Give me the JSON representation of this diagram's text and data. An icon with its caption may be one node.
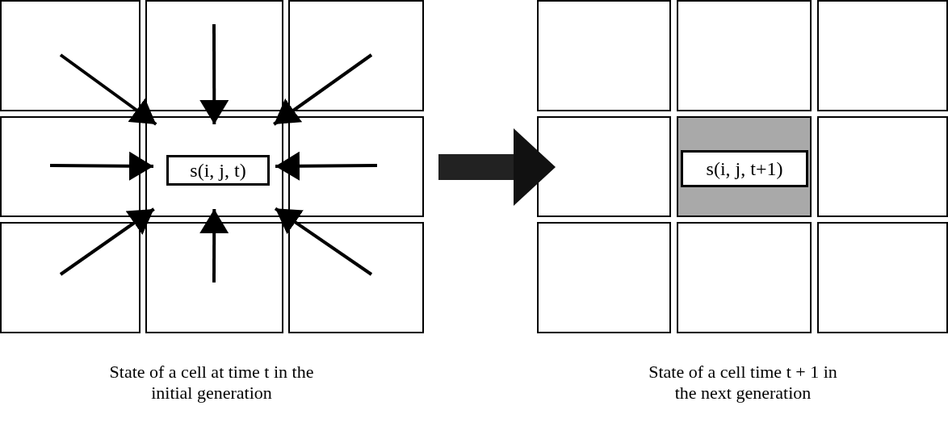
{
  "diagram": {
    "nodes": [
      {
        "text": [],
        "shape": "box"
      },
      {
        "text": [],
        "shape": "box",
        "in": 0
      },
      {
        "text": [],
        "shape": "box",
        "in": 0
      },
      {
        "text": [],
        "shape": "box",
        "in": 0
      },
      {
        "text": [],
        "shape": "box",
        "in": 0
      },
      {
        "text": [],
        "shape": "box",
        "in": 0
      },
      {
        "text": [],
        "shape": "box",
        "in": 0
      },
      {
        "text": [],
        "shape": "box",
        "in": 0
      },
      {
        "text": [],
        "shape": "box",
        "in": 0
      },
      {
        "text": [],
        "shape": "box",
        "in": 0
      },
      {
        "text": [
          "s(i, j, t)"
        ],
        "in": 5
      },
      {
        "text": [],
        "shape": "box"
      },
      {
        "text": [],
        "shape": "box",
        "in": 11
      },
      {
        "text": [],
        "shape": "box",
        "in": 11
      },
      {
        "text": [],
        "shape": "box",
        "in": 11
      },
      {
        "text": [],
        "shape": "box",
        "in": 11
      },
      {
        "text": [],
        "shape": "box",
        "in": 11
      },
      {
        "text": [],
        "shape": "box",
        "in": 11
      },
      {
        "text": [],
        "shape": "box",
        "in": 11
      },
      {
        "text": [],
        "shape": "box",
        "in": 11
      },
      {
        "text": [],
        "shape": "box",
        "in": 11
      },
      {
        "text": [
          "s(i, j, t+1)"
        ],
        "in": 16
      }
    ],
    "edges": [
      {
        "from": 1,
        "to": 5,
        "arrow": "to"
      },
      {
        "from": 2,
        "to": 5,
        "arrow": "to"
      },
      {
        "from": 3,
        "to": 5,
        "arrow": "to"
      },
      {
        "from": 4,
        "to": 5,
        "arrow": "to"
      },
      {
        "from": 6,
        "to": 5,
        "arrow": "to"
      },
      {
        "from": 7,
        "to": 5,
        "arrow": "to"
      },
      {
        "from": 8,
        "to": 5,
        "arrow": "to"
      },
      {
        "from": 9,
        "to": 5,
        "arrow": "to"
      },
      {
        "from": 0,
        "to": 11,
        "arrow": "to",
        "style": "thick"
      }
    ],
    "labels": [
      "State of a cell at time t in the initial generation",
      "State of a cell time t + 1 in the next generation"
    ]
  }
}
